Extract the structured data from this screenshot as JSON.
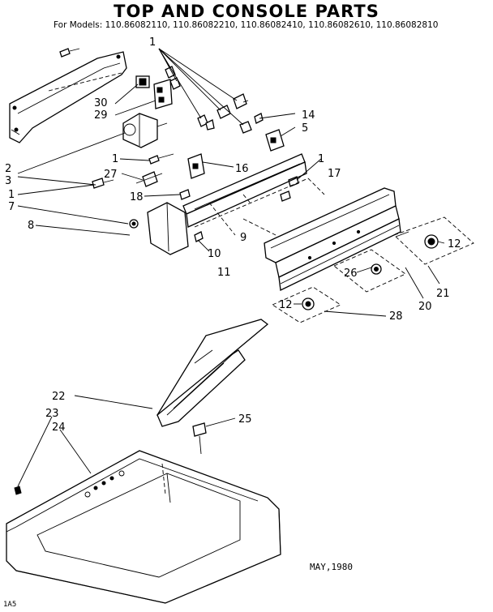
{
  "title": "TOP AND CONSOLE PARTS",
  "models_line": "For Models: 110.86082110, 110.86082210, 110.86082410, 110.86082610, 110.86082810",
  "date": "MAY,1980",
  "corner_code": "1A5",
  "callouts": {
    "c1_top": "1",
    "c14": "14",
    "c5": "5",
    "c30": "30",
    "c29": "29",
    "c2": "2",
    "c3": "3",
    "c1_mid": "1",
    "c16": "16",
    "c1_right": "1",
    "c17": "17",
    "c27": "27",
    "c1_left": "1",
    "c7": "7",
    "c18": "18",
    "c8": "8",
    "c9": "9",
    "c10": "10",
    "c11": "11",
    "c12_right": "12",
    "c26": "26",
    "c21": "21",
    "c20": "20",
    "c12_left": "12",
    "c28": "28",
    "c22": "22",
    "c25": "25",
    "c23": "23",
    "c24": "24"
  }
}
